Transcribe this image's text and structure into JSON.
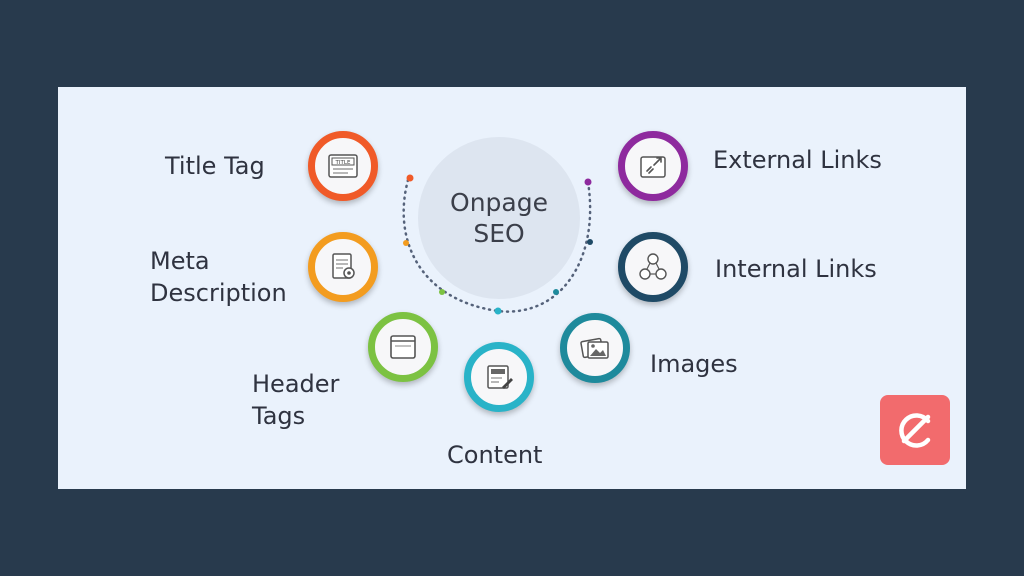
{
  "diagram": {
    "center": {
      "line1": "Onpage",
      "line2": "SEO"
    },
    "items": {
      "title_tag": {
        "label": "Title Tag",
        "icon": "title-card-icon",
        "color": "#f05a28",
        "icon_text": "TITLE"
      },
      "meta_description": {
        "label_line1": "Meta",
        "label_line2": "Description",
        "icon": "document-gear-icon",
        "color": "#f39c1f"
      },
      "header_tags": {
        "label_line1": "Header",
        "label_line2": "Tags",
        "icon": "browser-window-icon",
        "color": "#7cc242"
      },
      "content": {
        "label": "Content",
        "icon": "edit-document-icon",
        "color": "#29b3c8"
      },
      "images": {
        "label": "Images",
        "icon": "image-gallery-icon",
        "color": "#1e8a9c"
      },
      "internal_links": {
        "label": "Internal Links",
        "icon": "network-nodes-icon",
        "color": "#1f4a66"
      },
      "external_links": {
        "label": "External Links",
        "icon": "external-link-icon",
        "color": "#8e2a9e"
      }
    }
  },
  "brand": {
    "logo": "e-logo-icon",
    "color": "#f26b6d"
  }
}
